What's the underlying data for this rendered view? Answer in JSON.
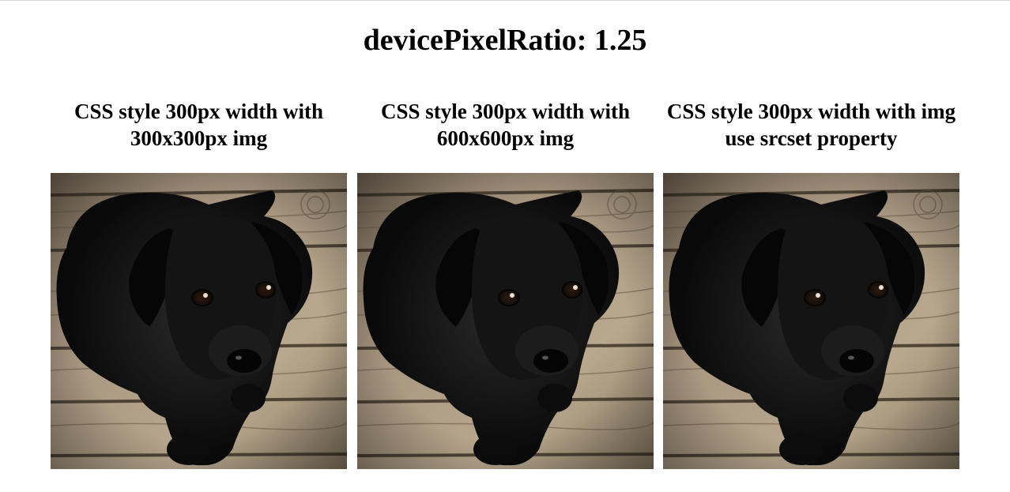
{
  "page": {
    "title": "devicePixelRatio: 1.25"
  },
  "columns": [
    {
      "caption": "CSS style 300px width with 300x300px img",
      "image": "black-labrador-puppy-on-wooden-floor"
    },
    {
      "caption": "CSS style 300px width with 600x600px img",
      "image": "black-labrador-puppy-on-wooden-floor"
    },
    {
      "caption": "CSS style 300px width with img use srcset property",
      "image": "black-labrador-puppy-on-wooden-floor"
    }
  ],
  "colors": {
    "text": "#000000",
    "background": "#ffffff",
    "wood_light": "#b4a288",
    "wood_dark": "#5e5040",
    "dog": "#101010"
  }
}
